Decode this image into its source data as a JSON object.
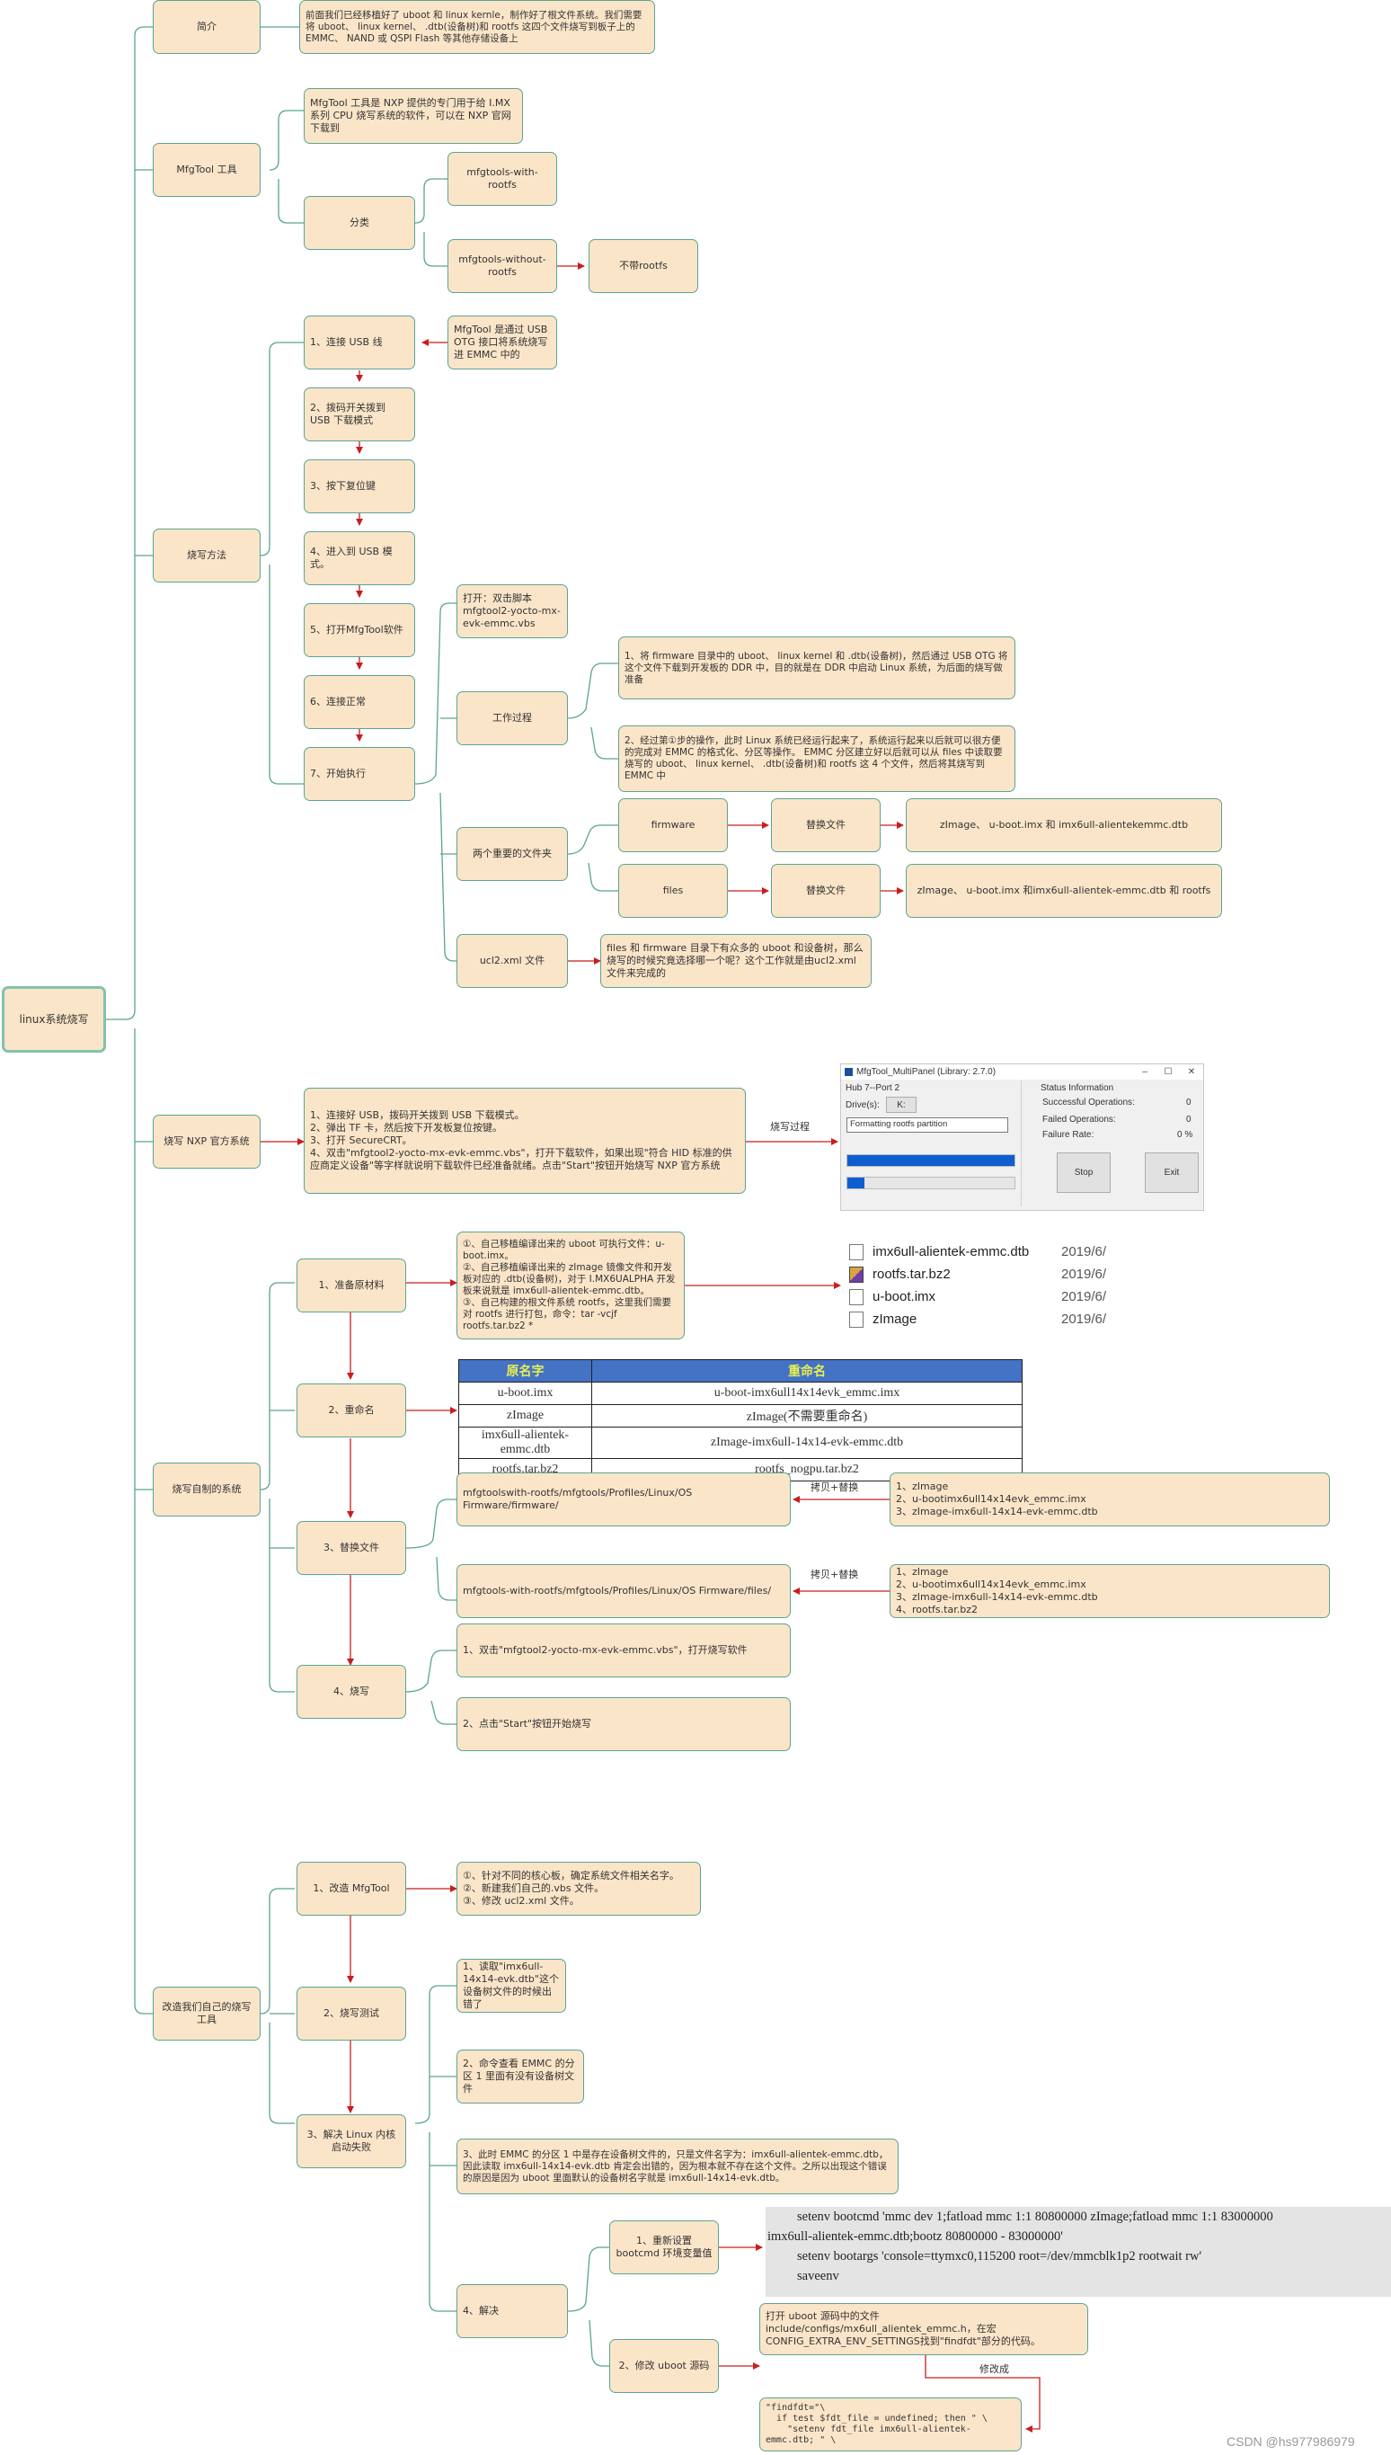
{
  "root": "linux系统烧写",
  "s1": {
    "title": "简介",
    "desc": "前面我们已经移植好了 uboot 和 linux kernle，制作好了根文件系统。我们需要将 uboot、 linux kernel、 .dtb(设备树)和 rootfs 这四个文件烧写到板子上的 EMMC、 NAND 或 QSPI Flash 等其他存储设备上"
  },
  "s2": {
    "title": "MfgTool 工具",
    "desc": "MfgTool 工具是 NXP 提供的专门用于给 I.MX 系列 CPU 烧写系统的软件，可以在 NXP 官网下载到",
    "cat": "分类",
    "with_rootfs": "mfgtools-with-rootfs",
    "without_rootfs": "mfgtools-without-rootfs",
    "no_rootfs": "不带rootfs"
  },
  "s3": {
    "title": "烧写方法",
    "steps": [
      "1、连接 USB 线",
      "2、拨码开关拨到 USB 下载模式",
      "3、按下复位键",
      "4、进入到 USB 模式。",
      "5、打开MfgTool软件",
      "6、连接正常",
      "7、开始执行"
    ],
    "usb_note": "MfgTool 是通过 USB OTG 接口将系统烧写进 EMMC 中的",
    "open": "打开：双击脚本mfgtool2-yocto-mx-evk-emmc.vbs",
    "work": "工作过程",
    "work1": "1、将 firmware 目录中的 uboot、 linux kernel 和 .dtb(设备树)，然后通过 USB OTG 将这个文件下载到开发板的 DDR 中，目的就是在 DDR 中启动 Linux 系统，为后面的烧写做准备",
    "work2": "2、经过第①步的操作，此时 Linux 系统已经运行起来了，系统运行起来以后就可以很方便的完成对 EMMC 的格式化、分区等操作。 EMMC 分区建立好以后就可以从 files 中读取要烧写的 uboot、 linux kernel、 .dtb(设备树)和 rootfs 这 4 个文件，然后将其烧写到 EMMC 中",
    "folders": "两个重要的文件夹",
    "firmware": "firmware",
    "files": "files",
    "replace": "替换文件",
    "fw_files": "zImage、 u-boot.imx 和 imx6ull-alientekemmc.dtb",
    "files_files": "zImage、 u-boot.imx 和imx6ull-alientek-emmc.dtb 和 rootfs",
    "ucl": "ucl2.xml 文件",
    "ucl_note": "files 和 firmware 目录下有众多的 uboot 和设备树，那么烧写的时候究竟选择哪一个呢？这个工作就是由ucl2.xml 文件来完成的"
  },
  "s4": {
    "title": "烧写 NXP 官方系统",
    "desc": "1、连接好 USB，拨码开关拨到 USB 下载模式。\n2、弹出 TF 卡，然后按下开发板复位按键。\n3、打开 SecureCRT。\n4、双击\"mfgtool2-yocto-mx-evk-emmc.vbs\"，打开下载软件，如果出现\"符合 HID 标准的供应商定义设备\"等字样就说明下载软件已经准备就绪。点击\"Start\"按钮开始烧写 NXP 官方系统",
    "arrow": "烧写过程",
    "mfg": {
      "title": "MfgTool_MultiPanel (Library: 2.7.0)",
      "hub": "Hub 7--Port 2",
      "drive_label": "Drive(s):",
      "drive": "K:",
      "status": "Formatting rootfs partition",
      "status_info": "Status Information",
      "success_label": "Successful Operations:",
      "success": "0",
      "failed_label": "Failed Operations:",
      "failed": "0",
      "rate_label": "Failure Rate:",
      "rate": "0 %",
      "stop": "Stop",
      "exit": "Exit",
      "progress1": 1.0,
      "progress2": 0.1
    }
  },
  "s5": {
    "title": "烧写自制的系统",
    "prep": "1、准备原材料",
    "prep_note": "①、自己移植编译出来的 uboot 可执行文件：u-boot.imx。\n②、自己移植编译出来的 zImage 镜像文件和开发板对应的 .dtb(设备树)，对于 I.MX6UALPHA 开发板来说就是 imx6ull-alientek-emmc.dtb。\n③、自己构建的根文件系统 rootfs，这里我们需要对 rootfs 进行打包，命令：tar -vcjf rootfs.tar.bz2 *",
    "file_list": [
      {
        "name": "imx6ull-alientek-emmc.dtb",
        "date": "2019/6/"
      },
      {
        "name": "rootfs.tar.bz2",
        "date": "2019/6/"
      },
      {
        "name": "u-boot.imx",
        "date": "2019/6/"
      },
      {
        "name": "zImage",
        "date": "2019/6/"
      }
    ],
    "rename": "2、重命名",
    "table_head": [
      "原名字",
      "重命名"
    ],
    "table_rows": [
      [
        "u-boot.imx",
        "u-boot-imx6ull14x14evk_emmc.imx"
      ],
      [
        "zImage",
        "zImage(不需要重命名)"
      ],
      [
        "imx6ull-alientek-emmc.dtb",
        "zImage-imx6ull-14x14-evk-emmc.dtb"
      ],
      [
        "rootfs.tar.bz2",
        "rootfs_nogpu.tar.bz2"
      ]
    ],
    "replace": "3、替换文件",
    "path_fw": "mfgtoolswith-rootfs/mfgtools/Profiles/Linux/OS Firmware/firmware/",
    "path_files": "mfgtools-with-rootfs/mfgtools/Profiles/Linux/OS Firmware/files/",
    "copy_label": "拷贝+替换",
    "fw_list": "1、zImage\n2、u-bootimx6ull14x14evk_emmc.imx\n3、zImage-imx6ull-14x14-evk-emmc.dtb",
    "files_list": "1、zImage\n2、u-bootimx6ull14x14evk_emmc.imx\n3、zImage-imx6ull-14x14-evk-emmc.dtb\n4、rootfs.tar.bz2",
    "burn": "4、烧写",
    "burn1": "1、双击\"mfgtool2-yocto-mx-evk-emmc.vbs\"，打开烧写软件",
    "burn2": "2、点击\"Start\"按钮开始烧写"
  },
  "s6": {
    "title": "改造我们自己的烧写工具",
    "modify": "1、改造 MfgTool",
    "modify_note": "①、针对不同的核心板，确定系统文件相关名字。\n②、新建我们自己的.vbs 文件。\n③、修改 ucl2.xml 文件。",
    "test": "2、烧写测试",
    "fix": "3、解决 Linux 内核启动失败",
    "read": "1、读取\"imx6ull-14x14-evk.dtb\"这个设备树文件的时候出错了",
    "check": "2、命令查看 EMMC 的分区 1 里面有没有设备树文件",
    "reason": "3、此时 EMMC 的分区 1 中是存在设备树文件的，只是文件名字为：imx6ull-alientek-emmc.dtb，因此读取 imx6ull-14x14-evk.dtb 肯定会出错的，因为根本就不存在这个文件。之所以出现这个错误的原因是因为 uboot 里面默认的设备树名字就是 imx6ull-14x14-evk.dtb。",
    "solve": "4、解决",
    "reset": "1、重新设置 bootcmd 环境变量值",
    "bootcmd": [
      "setenv bootcmd 'mmc dev 1;fatload mmc 1:1 80800000 zImage;fatload mmc 1:1 83000000",
      "imx6ull-alientek-emmc.dtb;bootz 80800000 - 83000000'",
      "setenv bootargs 'console=ttymxc0,115200 root=/dev/mmcblk1p2 rootwait rw'",
      "saveenv"
    ],
    "src": "2、修改 uboot 源码",
    "src_note": "打开 uboot 源码中的文件include/configs/mx6ull_alientek_emmc.h，在宏 CONFIG_EXTRA_ENV_SETTINGS找到\"findfdt\"部分的代码。",
    "modify_to": "修改成",
    "code": "\"findfdt=\"\\\n  if test $fdt_file = undefined; then \" \\\n    \"setenv fdt_file imx6ull-alientek-emmc.dtb; \" \\"
  },
  "watermark": "CSDN @hs977986979"
}
